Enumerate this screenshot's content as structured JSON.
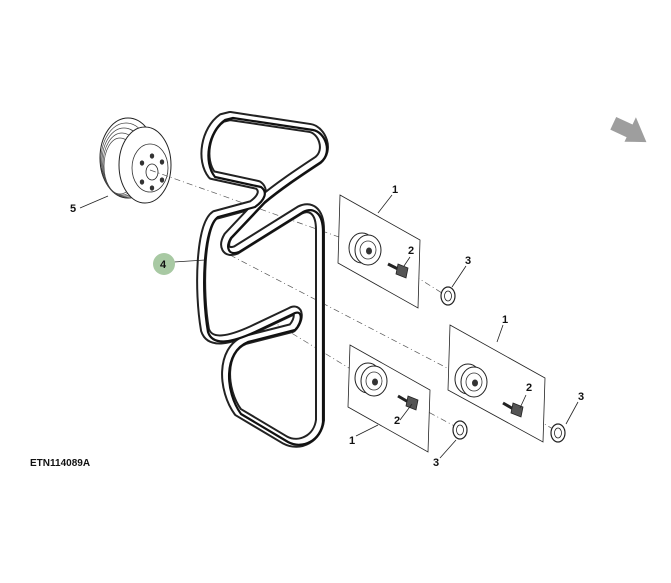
{
  "figure_id": "ETN114089A",
  "callouts": {
    "belt": "4",
    "pulley": "5",
    "idler_top": {
      "idler": "1",
      "bolt": "2",
      "washer": "3"
    },
    "idler_bottom_left": {
      "idler": "1",
      "bolt": "2",
      "washer": "3"
    },
    "idler_bottom_right": {
      "idler": "1",
      "bolt": "2",
      "washer": "3"
    }
  },
  "colors": {
    "highlight_badge": "#a8c9a3",
    "arrow": "#9e9e9e",
    "ink": "#222222"
  },
  "icons": {
    "direction_arrow": "arrow-down-right-icon"
  }
}
